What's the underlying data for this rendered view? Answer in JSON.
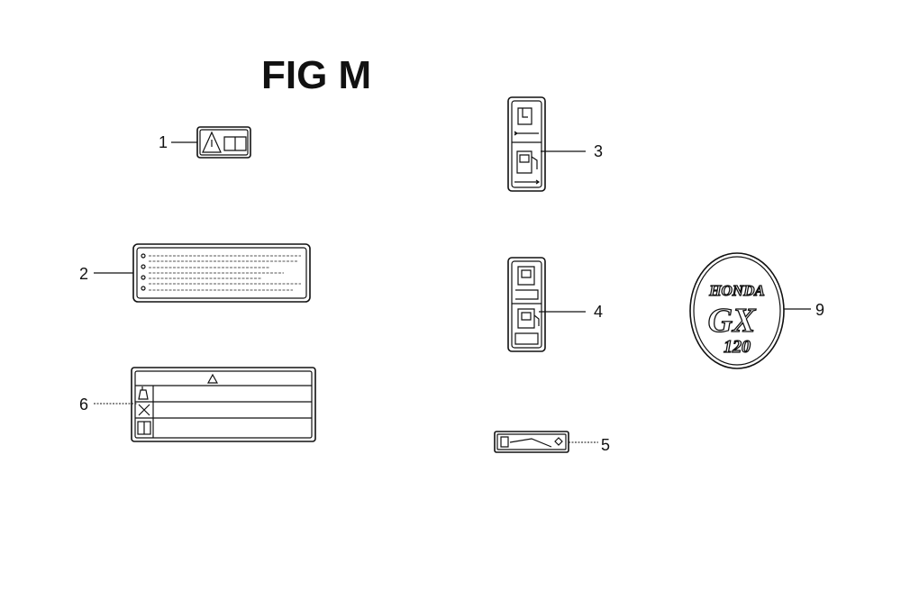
{
  "title": "FIG M",
  "callouts": [
    "1",
    "2",
    "3",
    "4",
    "5",
    "6",
    "9"
  ],
  "badge": {
    "brand": "HONDA",
    "model": "GX",
    "displacement": "120"
  }
}
